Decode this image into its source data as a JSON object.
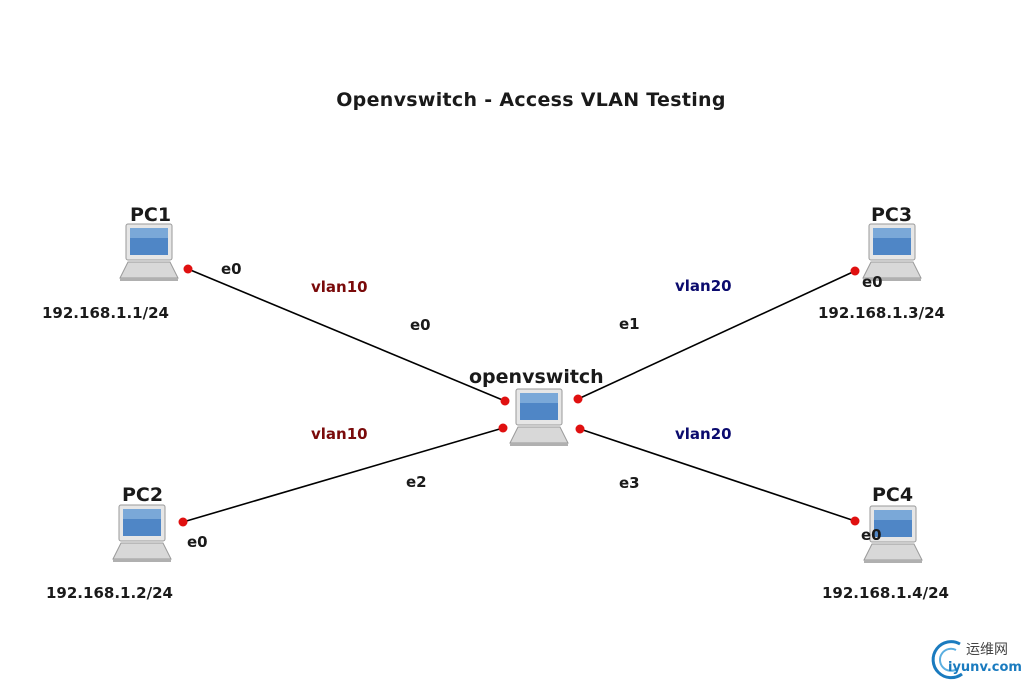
{
  "title": "Openvswitch - Access VLAN Testing",
  "colors": {
    "vlan10": "#7a0a0a",
    "vlan20": "#0b0b6e",
    "port_dot": "#e01010",
    "link": "#000000"
  },
  "nodes": {
    "switch": {
      "name": "openvswitch",
      "icon": "computer-icon"
    },
    "pc1": {
      "name": "PC1",
      "ip": "192.168.1.1/24",
      "icon": "computer-icon"
    },
    "pc2": {
      "name": "PC2",
      "ip": "192.168.1.2/24",
      "icon": "computer-icon"
    },
    "pc3": {
      "name": "PC3",
      "ip": "192.168.1.3/24",
      "icon": "computer-icon"
    },
    "pc4": {
      "name": "PC4",
      "ip": "192.168.1.4/24",
      "icon": "computer-icon"
    }
  },
  "links": [
    {
      "from": "pc1",
      "from_port": "e0",
      "to": "switch",
      "to_port": "e0",
      "vlan": "vlan10"
    },
    {
      "from": "pc3",
      "from_port": "e0",
      "to": "switch",
      "to_port": "e1",
      "vlan": "vlan20"
    },
    {
      "from": "pc2",
      "from_port": "e0",
      "to": "switch",
      "to_port": "e2",
      "vlan": "vlan10"
    },
    {
      "from": "pc4",
      "from_port": "e0",
      "to": "switch",
      "to_port": "e3",
      "vlan": "vlan20"
    }
  ],
  "watermark": {
    "cn": "运维网",
    "en": "iyunv.com"
  }
}
